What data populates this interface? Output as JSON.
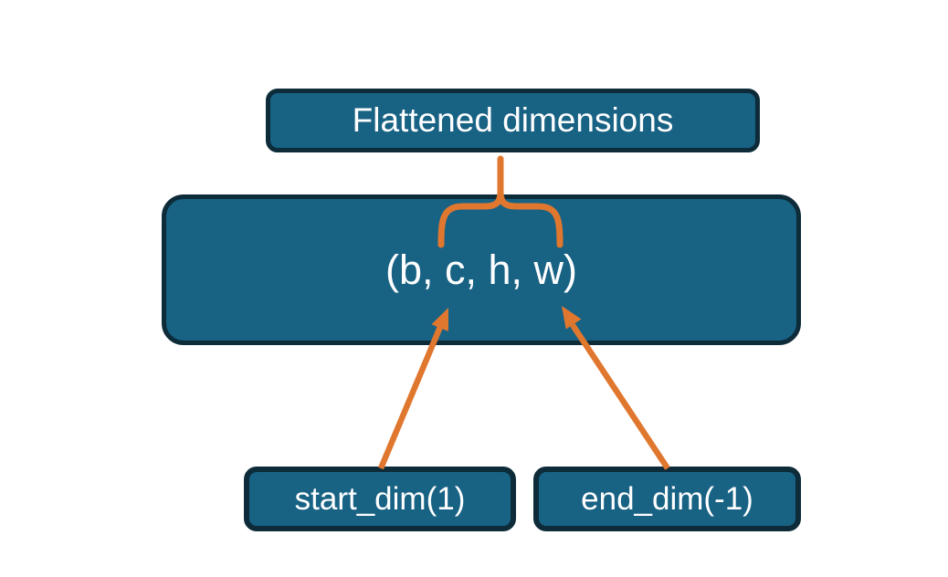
{
  "diagram": {
    "nodes": {
      "flattened": {
        "label": "Flattened dimensions"
      },
      "tensor": {
        "label": "(b, c, h, w)"
      },
      "start_dim": {
        "label": "start_dim(1)"
      },
      "end_dim": {
        "label": "end_dim(-1)"
      }
    },
    "colors": {
      "background": "#ffffff",
      "node_fill": "#186284",
      "node_border": "#0d2b39",
      "accent": "#e0772e",
      "text": "#ffffff"
    }
  }
}
